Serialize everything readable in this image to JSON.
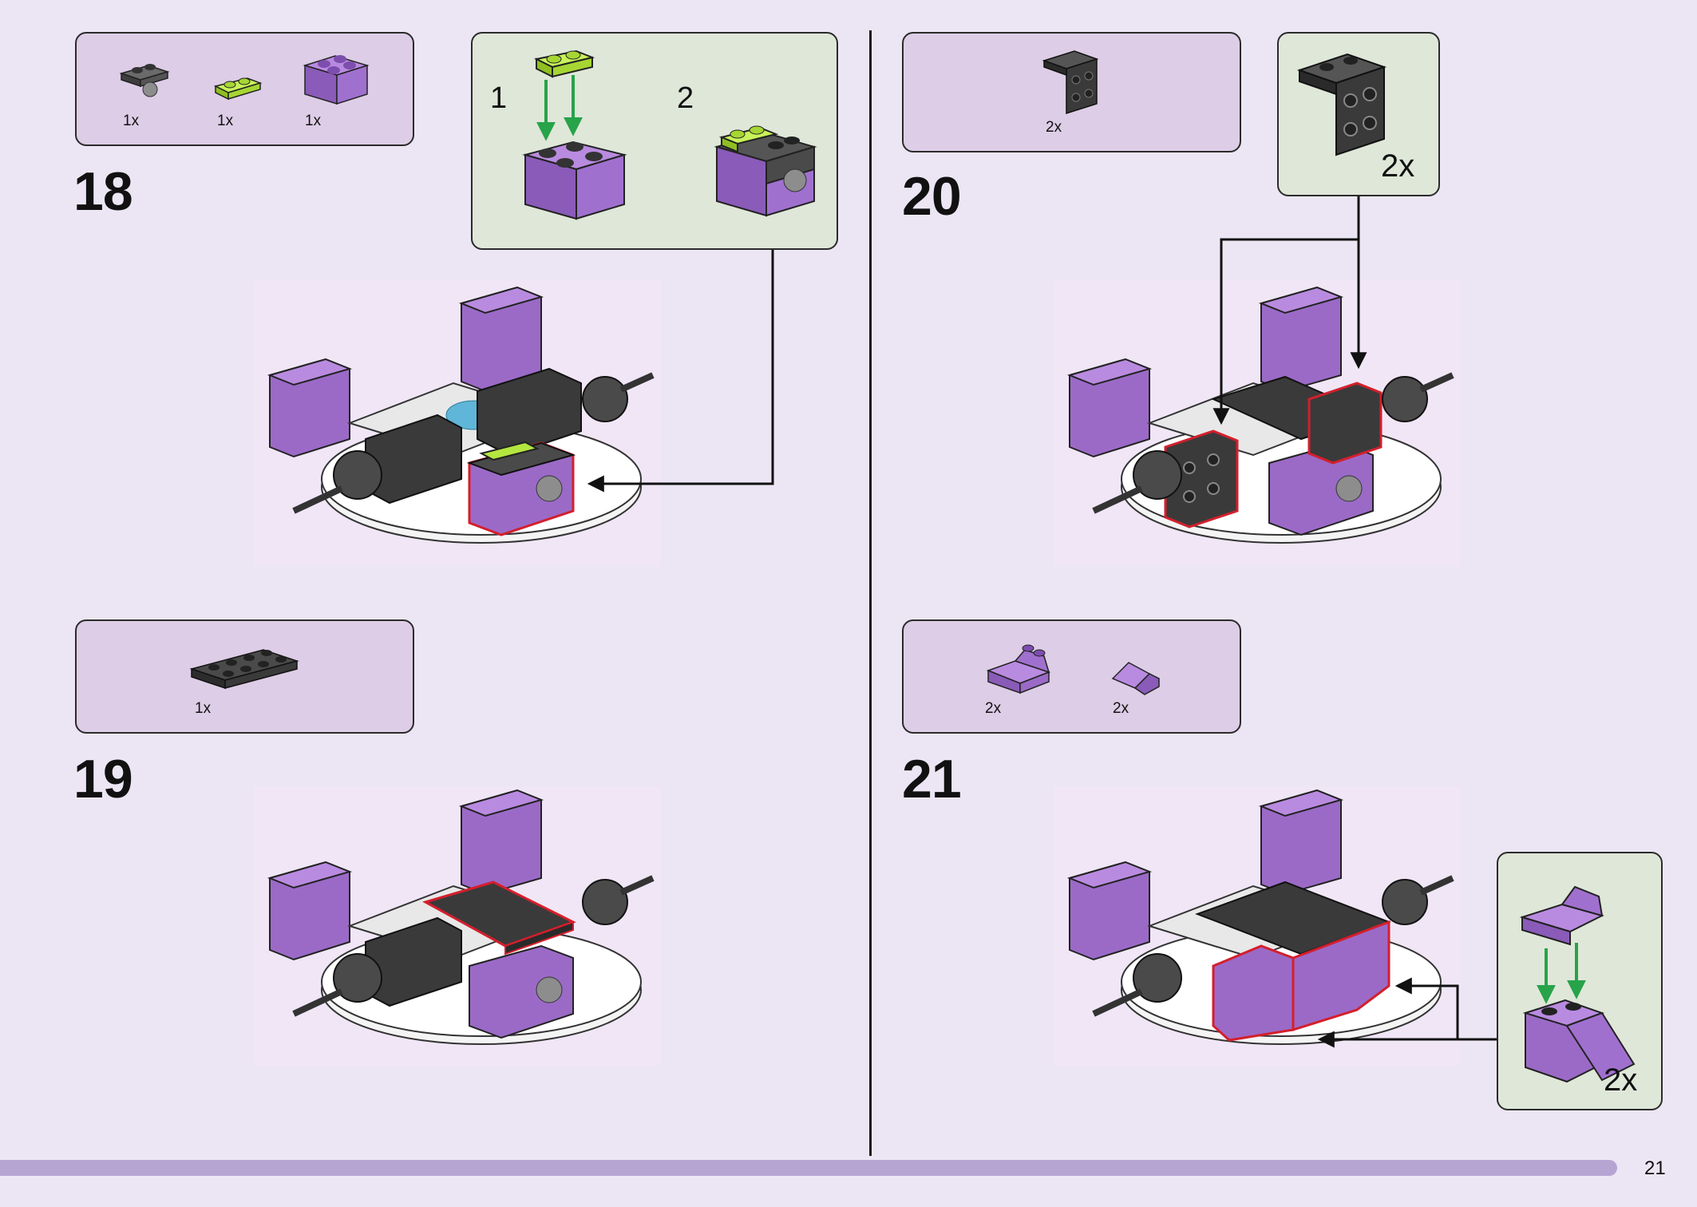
{
  "page": {
    "number": "21"
  },
  "colors": {
    "parts_box": "#ddcde6",
    "sub_box": "#dfe7d9",
    "purple": "#9b6ac7",
    "lime": "#b4e640",
    "black_brick": "#3a3a3a",
    "highlight": "#d41f2c",
    "arrow_green": "#27a34a",
    "footer": "#b6a5d3"
  },
  "steps": [
    {
      "number": "18",
      "parts": [
        {
          "icon": "dark-gray-plate-with-ball-icon",
          "qty": "1x"
        },
        {
          "icon": "lime-plate-1x2-icon",
          "qty": "1x"
        },
        {
          "icon": "purple-brick-2x2-icon",
          "qty": "1x"
        }
      ],
      "substeps": [
        "1",
        "2"
      ]
    },
    {
      "number": "19",
      "parts": [
        {
          "icon": "black-plate-2x4-icon",
          "qty": "1x"
        }
      ]
    },
    {
      "number": "20",
      "parts": [
        {
          "icon": "black-bracket-icon",
          "qty": "2x"
        }
      ],
      "callout_qty": "2x"
    },
    {
      "number": "21",
      "parts": [
        {
          "icon": "purple-slope-2x2-icon",
          "qty": "2x"
        },
        {
          "icon": "purple-slope-1x1-icon",
          "qty": "2x"
        }
      ],
      "callout_qty": "2x"
    }
  ]
}
